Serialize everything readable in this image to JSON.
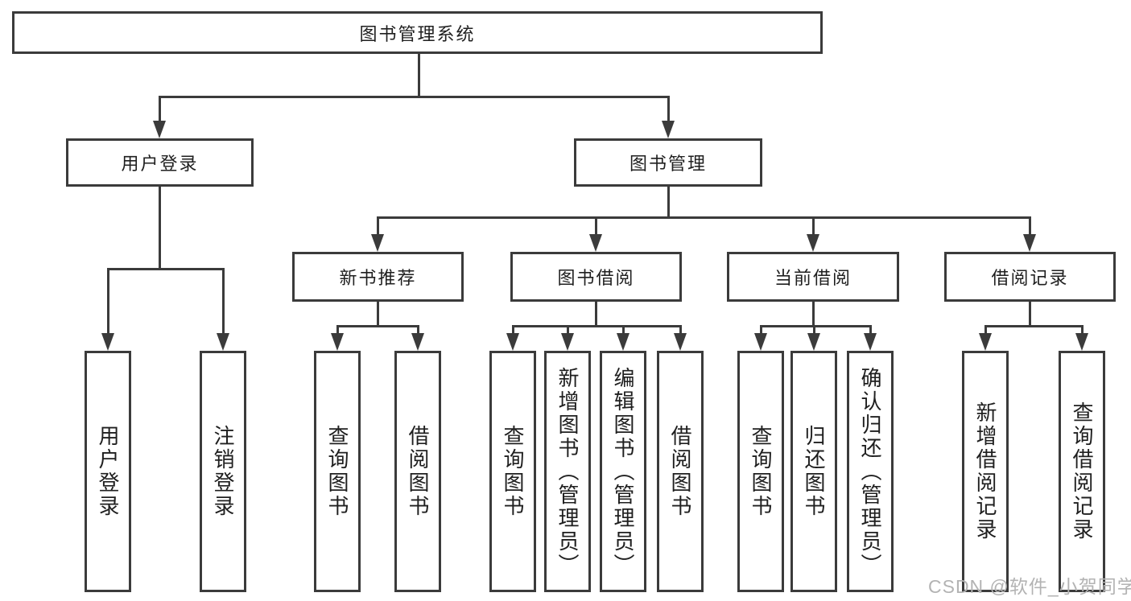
{
  "tree": {
    "root": {
      "label": "图书管理系统",
      "children": [
        {
          "label": "用户登录",
          "children": [
            {
              "label": "用户登录"
            },
            {
              "label": "注销登录"
            }
          ]
        },
        {
          "label": "图书管理",
          "children": [
            {
              "label": "新书推荐",
              "children": [
                {
                  "label": "查询图书"
                },
                {
                  "label": "借阅图书"
                }
              ]
            },
            {
              "label": "图书借阅",
              "children": [
                {
                  "label": "查询图书"
                },
                {
                  "label": "新增图书（管理员）"
                },
                {
                  "label": "编辑图书（管理员）"
                },
                {
                  "label": "借阅图书"
                }
              ]
            },
            {
              "label": "当前借阅",
              "children": [
                {
                  "label": "查询图书"
                },
                {
                  "label": "归还图书"
                },
                {
                  "label": "确认归还（管理员）"
                }
              ]
            },
            {
              "label": "借阅记录",
              "children": [
                {
                  "label": "新增借阅记录"
                },
                {
                  "label": "查询借阅记录"
                }
              ]
            }
          ]
        }
      ]
    }
  },
  "watermark": {
    "text": "CSDN @软件_小贺同学"
  },
  "colors": {
    "line": "#3b3b3b",
    "text": "#1f1f1f",
    "node_fill": "#ffffff",
    "background": "#ffffff",
    "watermark": "#b3b3b3"
  }
}
